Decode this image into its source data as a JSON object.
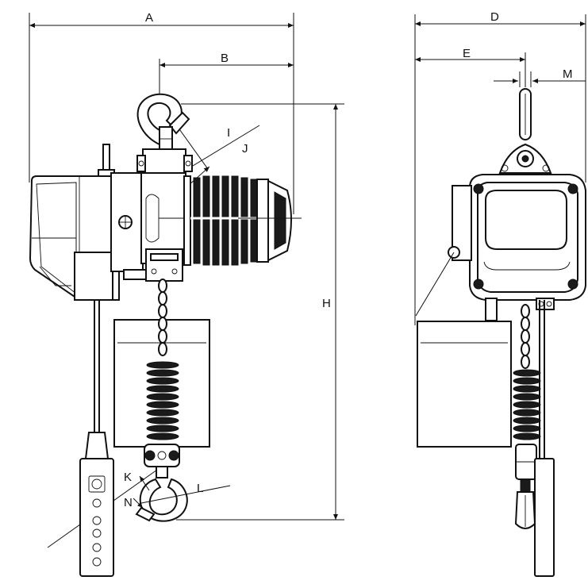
{
  "drawing": {
    "labels": {
      "A": "A",
      "B": "B",
      "D": "D",
      "E": "E",
      "M": "M",
      "I": "I",
      "J": "J",
      "H": "H",
      "K": "K",
      "N": "N",
      "L": "L"
    }
  }
}
